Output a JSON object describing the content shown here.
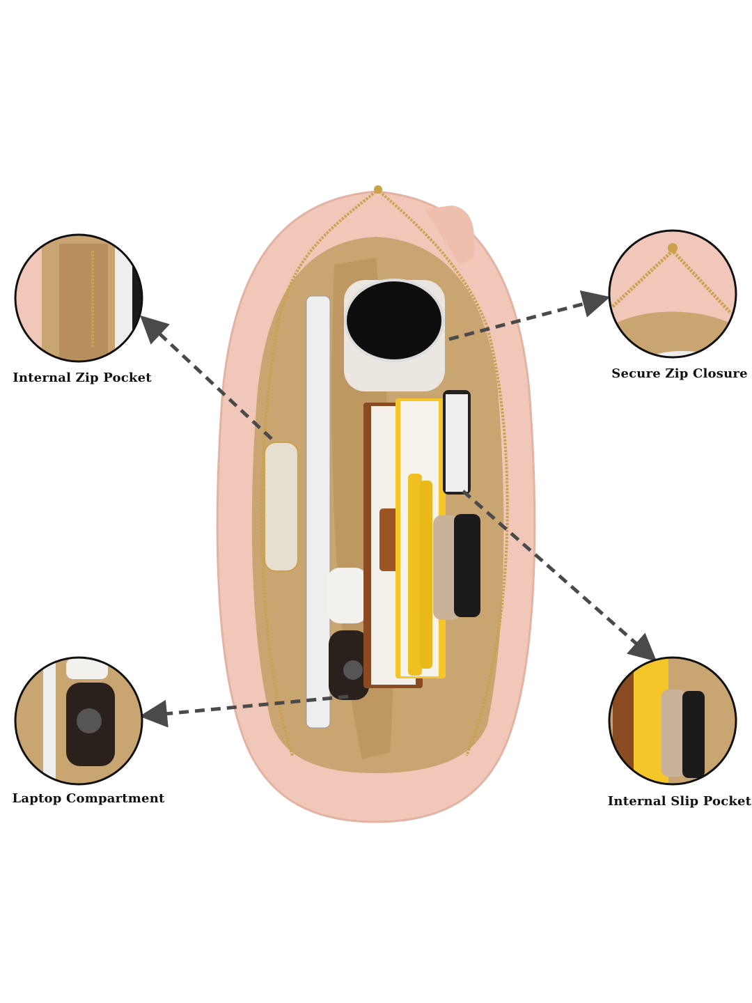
{
  "callouts": [
    {
      "label": "Internal Zip Pocket",
      "icon": "zip-pocket-detail"
    },
    {
      "label": "Secure Zip Closure",
      "icon": "zip-closure-detail"
    },
    {
      "label": "Laptop Compartment",
      "icon": "laptop-compartment-detail"
    },
    {
      "label": "Internal Slip Pocket",
      "icon": "slip-pocket-detail"
    }
  ],
  "colors": {
    "bag_pink": "#f0c7b8",
    "lining_tan": "#c9a572",
    "zip_gold": "#c9a24a",
    "arrow": "#4a4a4a"
  }
}
